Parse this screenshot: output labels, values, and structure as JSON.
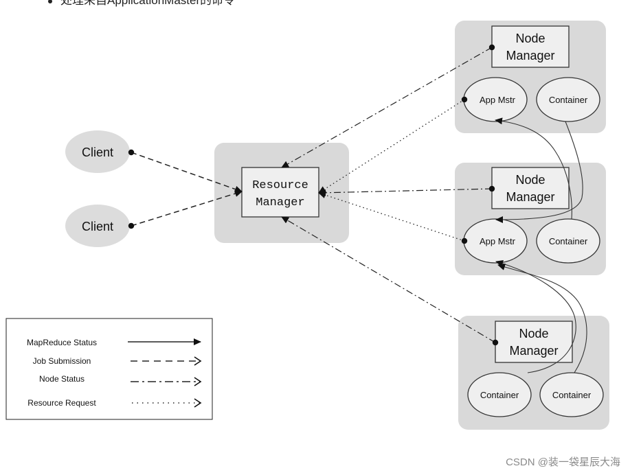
{
  "header": {
    "text": "处理来自ApplicationMaster的命令"
  },
  "nodes": {
    "client_1": "Client",
    "client_2": "Client",
    "resource_manager": [
      "Resource",
      "Manager"
    ],
    "node_manager_label": [
      "Node",
      "Manager"
    ],
    "app_mstr": "App Mstr",
    "container": "Container"
  },
  "legend": {
    "items": [
      {
        "label": "MapReduce Status",
        "style": "solid"
      },
      {
        "label": "Job Submission",
        "style": "dashed"
      },
      {
        "label": "Node Status",
        "style": "dashdot"
      },
      {
        "label": "Resource Request",
        "style": "dotted"
      }
    ]
  },
  "watermark": "CSDN @装一袋星辰大海",
  "colors": {
    "panel": "#d9d9d9",
    "ellipse": "#dcdcdc",
    "stroke": "#333333"
  }
}
